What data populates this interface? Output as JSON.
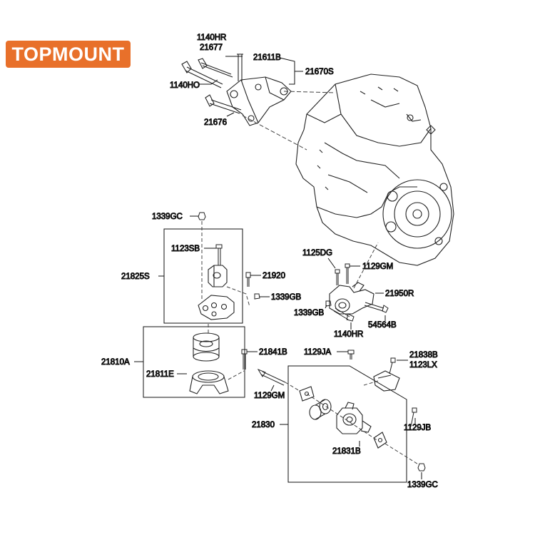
{
  "brand": {
    "name": "TOPMOUNT",
    "color": "#e8702a"
  },
  "labels": {
    "p1140HR_top": "1140HR",
    "p21677": "21677",
    "p21611B": "21611B",
    "p21670S": "21670S",
    "p1140HO": "1140HO",
    "p21676": "21676",
    "p1339GC_top": "1339GC",
    "p1123SB": "1123SB",
    "p21825S": "21825S",
    "p21920": "21920",
    "p1339GB_a": "1339GB",
    "p21810A": "21810A",
    "p21841B": "21841B",
    "p21811E": "21811E",
    "p1125DG": "1125DG",
    "p1129GM_a": "1129GM",
    "p21950R": "21950R",
    "p1339GB_b": "1339GB",
    "p54564B": "54564B",
    "p1140HR_b": "1140HR",
    "p1129JA": "1129JA",
    "p21838B": "21838B",
    "p1123LX": "1123LX",
    "p1129GM_b": "1129GM",
    "p21830": "21830",
    "p1129JB": "1129JB",
    "p21831B": "21831B",
    "p1339GC_bottom": "1339GC"
  }
}
